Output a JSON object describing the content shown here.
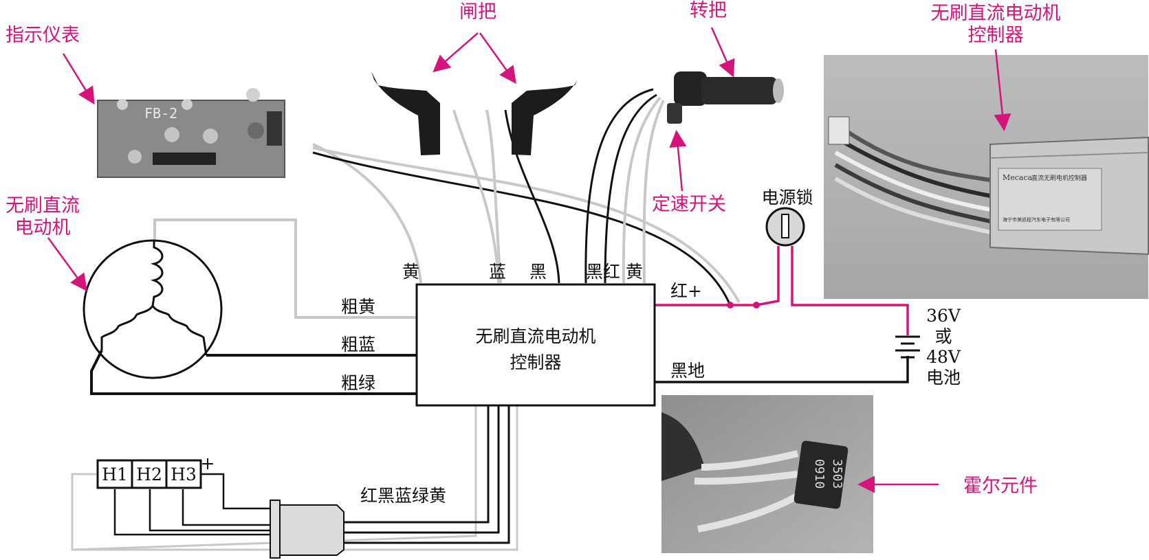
{
  "callouts": {
    "indicator": "指示仪表",
    "brake_lever": "闸把",
    "throttle": "转把",
    "controller_photo": [
      "无刷直流电动机",
      "控制器"
    ],
    "motor": [
      "无刷直流",
      "电动机"
    ],
    "cruise_switch": "定速开关",
    "hall_element": "霍尔元件"
  },
  "power_lock_label": "电源锁",
  "controller_box": [
    "无刷直流电动机",
    "控制器"
  ],
  "wire_labels": {
    "top_yellow": "黄",
    "top_blue": "蓝",
    "top_black": "黑",
    "throttle_group": "黑红 黄",
    "red_plus": "红+",
    "thick_yellow": "粗黄",
    "thick_blue": "粗蓝",
    "thick_green": "粗绿",
    "black_ground": "黑地",
    "hall_group": "红黑蓝绿黄"
  },
  "battery": [
    "36V",
    "或",
    "48V",
    "电池"
  ],
  "hall_sensors": [
    "H1",
    "H2",
    "H3"
  ],
  "hall_plus": "+",
  "photo_texts": {
    "pcb_marking": "FB-2",
    "controller_brand": "Mecaca",
    "controller_title": "直流无刷电机控制器",
    "controller_maker": "海宁市美凯程汽车电子有限公司",
    "hall_code_top": "3503",
    "hall_code_bottom": "0910"
  },
  "colors": {
    "accent": "#d6137a",
    "wire_black": "#111111",
    "wire_gray": "#c8c8c8"
  }
}
